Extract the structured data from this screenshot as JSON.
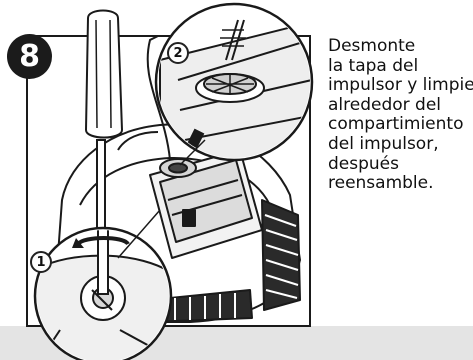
{
  "step": {
    "number": "8"
  },
  "callouts": [
    "1",
    "2"
  ],
  "instruction": {
    "lines": [
      "Desmonte",
      "la tapa del",
      "impulsor y limpie",
      "alrededor del",
      "compartimiento",
      "del impulsor,",
      "después",
      "reensamble."
    ]
  }
}
